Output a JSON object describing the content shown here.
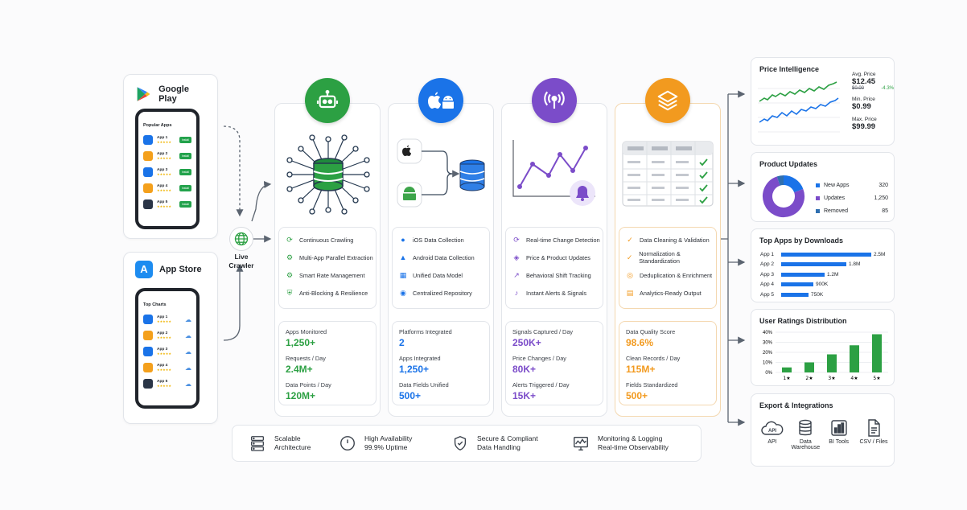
{
  "google_play": {
    "title": "Google Play",
    "list_title": "Popular Apps",
    "apps": [
      {
        "name": "App 1",
        "color": "#1a73e8"
      },
      {
        "name": "App 2",
        "color": "#f4a01c"
      },
      {
        "name": "App 3",
        "color": "#1a73e8"
      },
      {
        "name": "App 4",
        "color": "#f4a01c"
      },
      {
        "name": "App 5",
        "color": "#2a3547"
      }
    ],
    "install_label": "Install"
  },
  "app_store": {
    "title": "App Store",
    "list_title": "Top Charts",
    "apps": [
      {
        "name": "App 1",
        "color": "#1a73e8"
      },
      {
        "name": "App 2",
        "color": "#f4a01c"
      },
      {
        "name": "App 3",
        "color": "#1a73e8"
      },
      {
        "name": "App 4",
        "color": "#f4a01c"
      },
      {
        "name": "App 5",
        "color": "#2a3547"
      }
    ]
  },
  "crawler": {
    "label_line1": "Live",
    "label_line2": "Crawler"
  },
  "columns": [
    {
      "accent": "#2ca043",
      "icon": "robot-icon",
      "features": [
        {
          "icon": "sync-icon",
          "label": "Continuous Crawling"
        },
        {
          "icon": "network-icon",
          "label": "Multi-App Parallel Extraction"
        },
        {
          "icon": "gear-icon",
          "label": "Smart Rate Management"
        },
        {
          "icon": "shield-icon",
          "label": "Anti-Blocking & Resilience"
        }
      ],
      "stats": [
        {
          "label": "Apps Monitored",
          "value": "1,250+"
        },
        {
          "label": "Requests / Day",
          "value": "2.4M+"
        },
        {
          "label": "Data Points / Day",
          "value": "120M+"
        }
      ]
    },
    {
      "accent": "#1a73e8",
      "icon": "apple-android-icon",
      "features": [
        {
          "icon": "apple-icon",
          "label": "iOS Data Collection"
        },
        {
          "icon": "android-icon",
          "label": "Android Data Collection"
        },
        {
          "icon": "model-icon",
          "label": "Unified Data Model"
        },
        {
          "icon": "database-icon",
          "label": "Centralized Repository"
        }
      ],
      "stats": [
        {
          "label": "Platforms Integrated",
          "value": "2"
        },
        {
          "label": "Apps Integrated",
          "value": "1,250+"
        },
        {
          "label": "Data Fields Unified",
          "value": "500+"
        }
      ]
    },
    {
      "accent": "#7b4cc9",
      "icon": "signal-icon",
      "features": [
        {
          "icon": "refresh-icon",
          "label": "Real-time Change Detection"
        },
        {
          "icon": "tag-icon",
          "label": "Price & Product Updates"
        },
        {
          "icon": "trend-icon",
          "label": "Behavioral Shift Tracking"
        },
        {
          "icon": "bell-icon",
          "label": "Instant Alerts & Signals"
        }
      ],
      "stats": [
        {
          "label": "Signals Captured / Day",
          "value": "250K+"
        },
        {
          "label": "Price Changes / Day",
          "value": "80K+"
        },
        {
          "label": "Alerts Triggered / Day",
          "value": "15K+"
        }
      ]
    },
    {
      "accent": "#f29a1f",
      "icon": "layers-icon",
      "features": [
        {
          "icon": "clean-icon",
          "label": "Data Cleaning & Validation"
        },
        {
          "icon": "normalize-icon",
          "label": "Normalization & Standardization"
        },
        {
          "icon": "dedupe-icon",
          "label": "Deduplication & Enrichment"
        },
        {
          "icon": "output-icon",
          "label": "Analytics-Ready Output"
        }
      ],
      "stats": [
        {
          "label": "Data Quality Score",
          "value": "98.6%"
        },
        {
          "label": "Clean Records / Day",
          "value": "115M+"
        },
        {
          "label": "Fields Standardized",
          "value": "500+"
        }
      ]
    }
  ],
  "bottom_bar": [
    {
      "icon": "server-icon",
      "line1": "Scalable",
      "line2": "Architecture"
    },
    {
      "icon": "clock-icon",
      "line1": "High Availability",
      "line2": "99.9% Uptime"
    },
    {
      "icon": "shield-check-icon",
      "line1": "Secure & Compliant",
      "line2": "Data Handling"
    },
    {
      "icon": "monitor-icon",
      "line1": "Monitoring & Logging",
      "line2": "Real-time Observability"
    }
  ],
  "price_intel": {
    "title": "Price Intelligence",
    "avg_label": "Avg. Price",
    "avg_value": "$12.45",
    "old_value": "$0.00",
    "change": "-4.3%",
    "min_label": "Min. Price",
    "min_value": "$0.99",
    "max_label": "Max. Price",
    "max_value": "$99.99"
  },
  "product_updates": {
    "title": "Product Updates",
    "chart_data": {
      "type": "pie",
      "categories": [
        "New Apps",
        "Updates",
        "Removed"
      ],
      "values": [
        320,
        1250,
        85
      ],
      "colors": [
        "#1a73e8",
        "#7b4cc9",
        "#2f6fb0"
      ]
    },
    "legend": [
      {
        "label": "New Apps",
        "value": "320",
        "color": "#1a73e8"
      },
      {
        "label": "Updates",
        "value": "1,250",
        "color": "#7b4cc9"
      },
      {
        "label": "Removed",
        "value": "85",
        "color": "#2f6fb0"
      }
    ]
  },
  "top_apps": {
    "title": "Top Apps by Downloads",
    "chart_data": {
      "type": "bar",
      "categories": [
        "App 1",
        "App 2",
        "App 3",
        "App 4",
        "App 5"
      ],
      "values": [
        2500000,
        1800000,
        1200000,
        900000,
        750000
      ],
      "value_labels": [
        "2.5M",
        "1.8M",
        "1.2M",
        "900K",
        "750K"
      ]
    }
  },
  "ratings": {
    "title": "User Ratings Distribution",
    "chart_data": {
      "type": "bar",
      "categories": [
        "1★",
        "2★",
        "3★",
        "4★",
        "5★"
      ],
      "values": [
        5,
        10,
        18,
        27,
        38
      ],
      "ylim": [
        0,
        40
      ],
      "yticks": [
        "0%",
        "10%",
        "20%",
        "30%",
        "40%"
      ]
    }
  },
  "export": {
    "title": "Export & Integrations",
    "items": [
      {
        "icon": "cloud-api-icon",
        "line1": "API",
        "line2": ""
      },
      {
        "icon": "database-icon",
        "line1": "Data",
        "line2": "Warehouse"
      },
      {
        "icon": "bar-chart-icon",
        "line1": "BI Tools",
        "line2": ""
      },
      {
        "icon": "file-icon",
        "line1": "CSV / Files",
        "line2": ""
      }
    ],
    "api_badge": "API"
  }
}
